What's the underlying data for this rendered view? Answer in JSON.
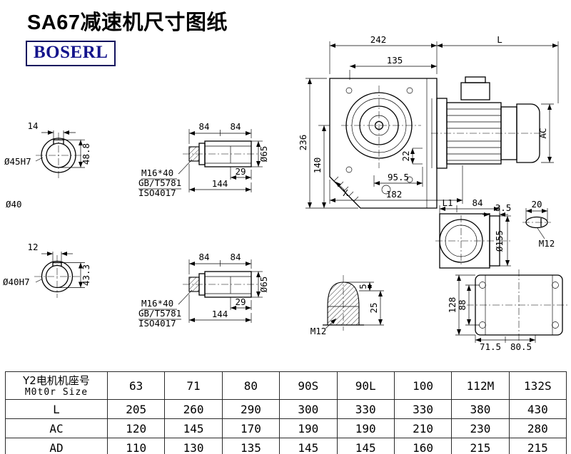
{
  "page": {
    "title": "SA67减速机尺寸图纸",
    "logo": "BOSERL"
  },
  "dims": {
    "bore_top": {
      "w": "14",
      "h": "48.8",
      "label": "Ø45H7"
    },
    "between_label": "Ø40",
    "bore_bottom": {
      "w": "12",
      "h": "43.3",
      "label": "Ø40H7"
    },
    "shaft_top": {
      "seg1": "84",
      "seg2": "84",
      "key": "29",
      "total": "144",
      "dia": "Ø65",
      "bolt": "M16*40",
      "std1": "GB/T5781",
      "std2": "ISO4017"
    },
    "shaft_bottom": {
      "seg1": "84",
      "seg2": "84",
      "key": "29",
      "total": "144",
      "dia": "Ø65",
      "bolt": "M16*40",
      "std1": "GB/T5781",
      "std2": "ISO4017"
    },
    "front": {
      "w242": "242",
      "wl": "L",
      "w135": "135",
      "h236": "236",
      "h140": "140",
      "hac": "AC",
      "h22": "22",
      "w955": "95.5",
      "w182": "182",
      "x": "X"
    },
    "side": {
      "l1": "L1",
      "w84": "84",
      "t35": "3.5",
      "w20": "20",
      "d155": "Ø155",
      "m12": "M12"
    },
    "plug": {
      "h5": "5",
      "h25": "25",
      "m12": "M12"
    },
    "base": {
      "h128": "128",
      "h88": "88",
      "w715": "71.5",
      "w805": "80.5"
    }
  },
  "table": {
    "header_cn": "Y2电机机座号",
    "header_en": "M0t0r Size",
    "sizes": [
      "63",
      "71",
      "80",
      "90S",
      "90L",
      "100",
      "112M",
      "132S"
    ],
    "rows": [
      {
        "label": "L",
        "values": [
          "205",
          "260",
          "290",
          "300",
          "330",
          "330",
          "380",
          "430"
        ]
      },
      {
        "label": "AC",
        "values": [
          "120",
          "145",
          "170",
          "190",
          "190",
          "210",
          "230",
          "280"
        ]
      },
      {
        "label": "AD",
        "values": [
          "110",
          "130",
          "135",
          "145",
          "145",
          "160",
          "215",
          "215"
        ]
      }
    ]
  }
}
